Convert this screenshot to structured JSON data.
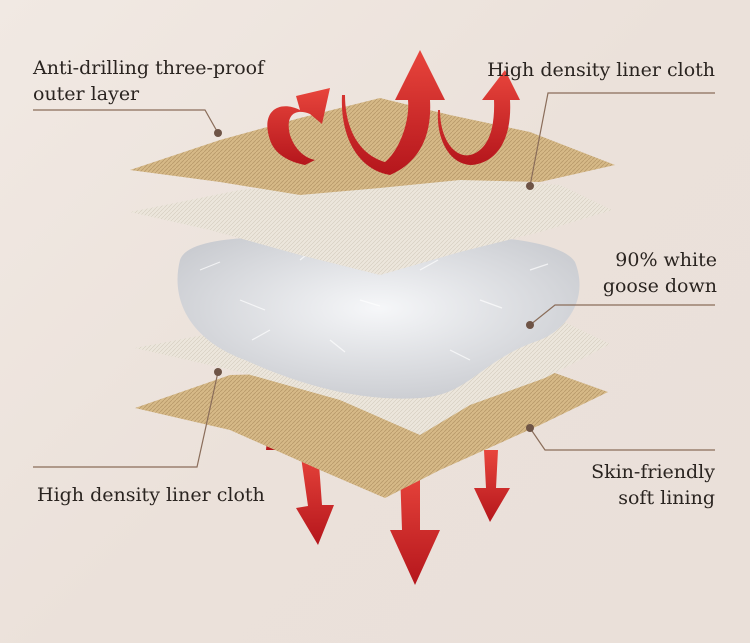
{
  "labels": {
    "outer_layer": [
      "Anti-drilling three-proof",
      "outer layer"
    ],
    "liner_top": [
      "High density liner cloth"
    ],
    "goose_down": [
      "90% white",
      "goose down"
    ],
    "soft_lining": [
      "Skin-friendly",
      "soft lining"
    ],
    "liner_bottom": [
      "High density liner cloth"
    ]
  },
  "colors": {
    "tan_fabric": "#d9bd8e",
    "white_fabric": "#f3efe8",
    "down": "#e6e7ea",
    "arrow_red": "#d8232a",
    "leader_line": "#8a6d5a"
  }
}
